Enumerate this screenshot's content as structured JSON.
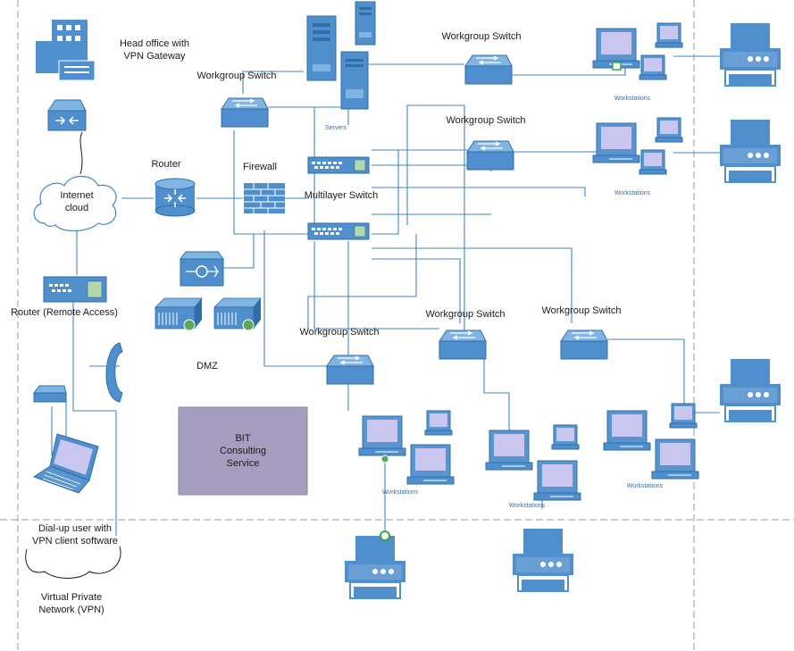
{
  "labels": {
    "head_office": [
      "Head office with",
      "VPN Gateway"
    ],
    "workgroup_switch": "Workgroup Switch",
    "servers": "Servers",
    "router": "Router",
    "firewall": "Firewall",
    "internet_cloud": [
      "Internet",
      "cloud"
    ],
    "multilayer_switch": "Multilayer Switch",
    "router_remote": "Router (Remote Access)",
    "dmz": "DMZ",
    "bit_box": [
      "BIT",
      "Consulting",
      "Service"
    ],
    "workstations": "Workstations",
    "dialup": [
      "Dial-up user with",
      "VPN client software"
    ],
    "vpn": [
      "Virtual Private",
      "Network (VPN)"
    ]
  },
  "colors": {
    "device": "#4f8fce",
    "device_dark": "#2f6ea8",
    "connector": "#3f86c7",
    "bit_box": "#a79ebf",
    "border": "#9a9a9a"
  }
}
